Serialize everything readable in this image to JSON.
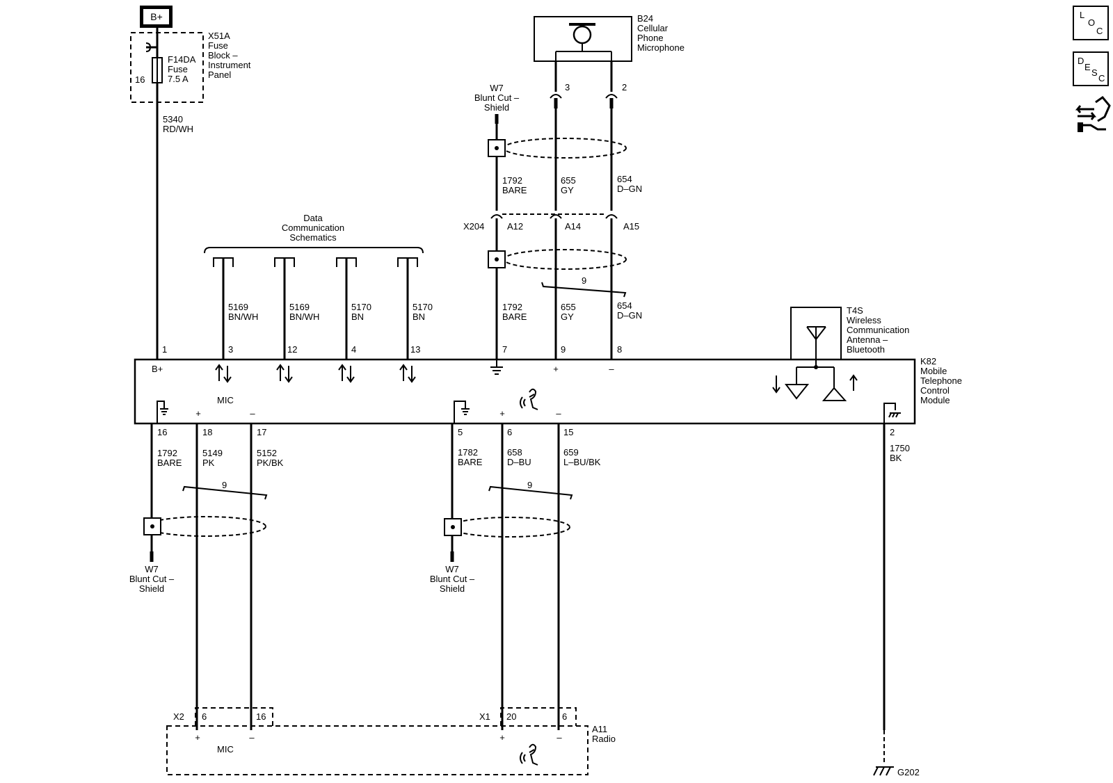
{
  "battery": {
    "label": "B+"
  },
  "fuse_block": {
    "ref": "X51A",
    "name_lines": [
      "Fuse",
      "Block –",
      "Instrument",
      "Panel"
    ],
    "pin": "16"
  },
  "fuse": {
    "ref": "F14DA",
    "name": "Fuse",
    "rating": "7.5 A"
  },
  "microphone": {
    "ref": "B24",
    "name_lines": [
      "Cellular",
      "Phone",
      "Microphone"
    ],
    "pin_a": "3",
    "pin_b": "2"
  },
  "shield_top": {
    "ref": "W7",
    "line1": "Blunt Cut –",
    "line2": "Shield"
  },
  "shield_left": {
    "ref": "W7",
    "line1": "Blunt Cut –",
    "line2": "Shield"
  },
  "shield_mid": {
    "ref": "W7",
    "line1": "Blunt Cut –",
    "line2": "Shield"
  },
  "data_comm": {
    "lines": [
      "Data",
      "Communication",
      "Schematics"
    ]
  },
  "inline_connector": {
    "ref": "X204",
    "pins": [
      "A12",
      "A14",
      "A15"
    ]
  },
  "twist_label": "9",
  "module": {
    "ref": "K82",
    "name_lines": [
      "Mobile",
      "Telephone",
      "Control",
      "Module"
    ],
    "batt_label": "B+",
    "mic_label": "MIC",
    "plus": "+",
    "minus": "–"
  },
  "antenna": {
    "ref": "T4S",
    "name_lines": [
      "Wireless",
      "Communication",
      "Antenna –",
      "Bluetooth"
    ]
  },
  "radio": {
    "ref": "A11",
    "name": "Radio",
    "mic_label": "MIC",
    "plus": "+",
    "minus": "–",
    "conn_left": "X2",
    "conn_right": "X1",
    "pins_left": [
      "6",
      "16"
    ],
    "pins_right": [
      "20",
      "6"
    ]
  },
  "ground": {
    "ref": "G202"
  },
  "wires": {
    "power": {
      "circuit": "5340",
      "color": "RD/WH",
      "pin": "1"
    },
    "data_1": {
      "circuit": "5169",
      "color": "BN/WH",
      "pin": "3"
    },
    "data_2": {
      "circuit": "5169",
      "color": "BN/WH",
      "pin": "12"
    },
    "data_3": {
      "circuit": "5170",
      "color": "BN",
      "pin": "4"
    },
    "data_4": {
      "circuit": "5170",
      "color": "BN",
      "pin": "13"
    },
    "mic_drain_upper": {
      "circuit": "1792",
      "color": "BARE"
    },
    "mic_pos_upper": {
      "circuit": "655",
      "color": "GY"
    },
    "mic_neg_upper": {
      "circuit": "654",
      "color": "D–GN"
    },
    "mic_drain_lower": {
      "circuit": "1792",
      "color": "BARE",
      "pin": "7"
    },
    "mic_pos_lower": {
      "circuit": "655",
      "color": "GY",
      "pin": "9"
    },
    "mic_neg_lower": {
      "circuit": "654",
      "color": "D–GN",
      "pin": "8"
    },
    "radio_mic_drain": {
      "circuit": "1792",
      "color": "BARE",
      "pin": "16"
    },
    "radio_mic_pos": {
      "circuit": "5149",
      "color": "PK",
      "pin": "18"
    },
    "radio_mic_neg": {
      "circuit": "5152",
      "color": "PK/BK",
      "pin": "17"
    },
    "audio_drain": {
      "circuit": "1782",
      "color": "BARE",
      "pin": "5"
    },
    "audio_pos": {
      "circuit": "658",
      "color": "D–BU",
      "pin": "6"
    },
    "audio_neg": {
      "circuit": "659",
      "color": "L–BU/BK",
      "pin": "15"
    },
    "ground": {
      "circuit": "1750",
      "color": "BK",
      "pin": "2"
    }
  },
  "side_icons": {
    "loc": {
      "l1": "L",
      "l2": "O",
      "l3": "C"
    },
    "desc": {
      "l1": "D",
      "l2": "E",
      "l3": "S",
      "l4": "C"
    },
    "icon3": "connector-end-view-icon"
  }
}
